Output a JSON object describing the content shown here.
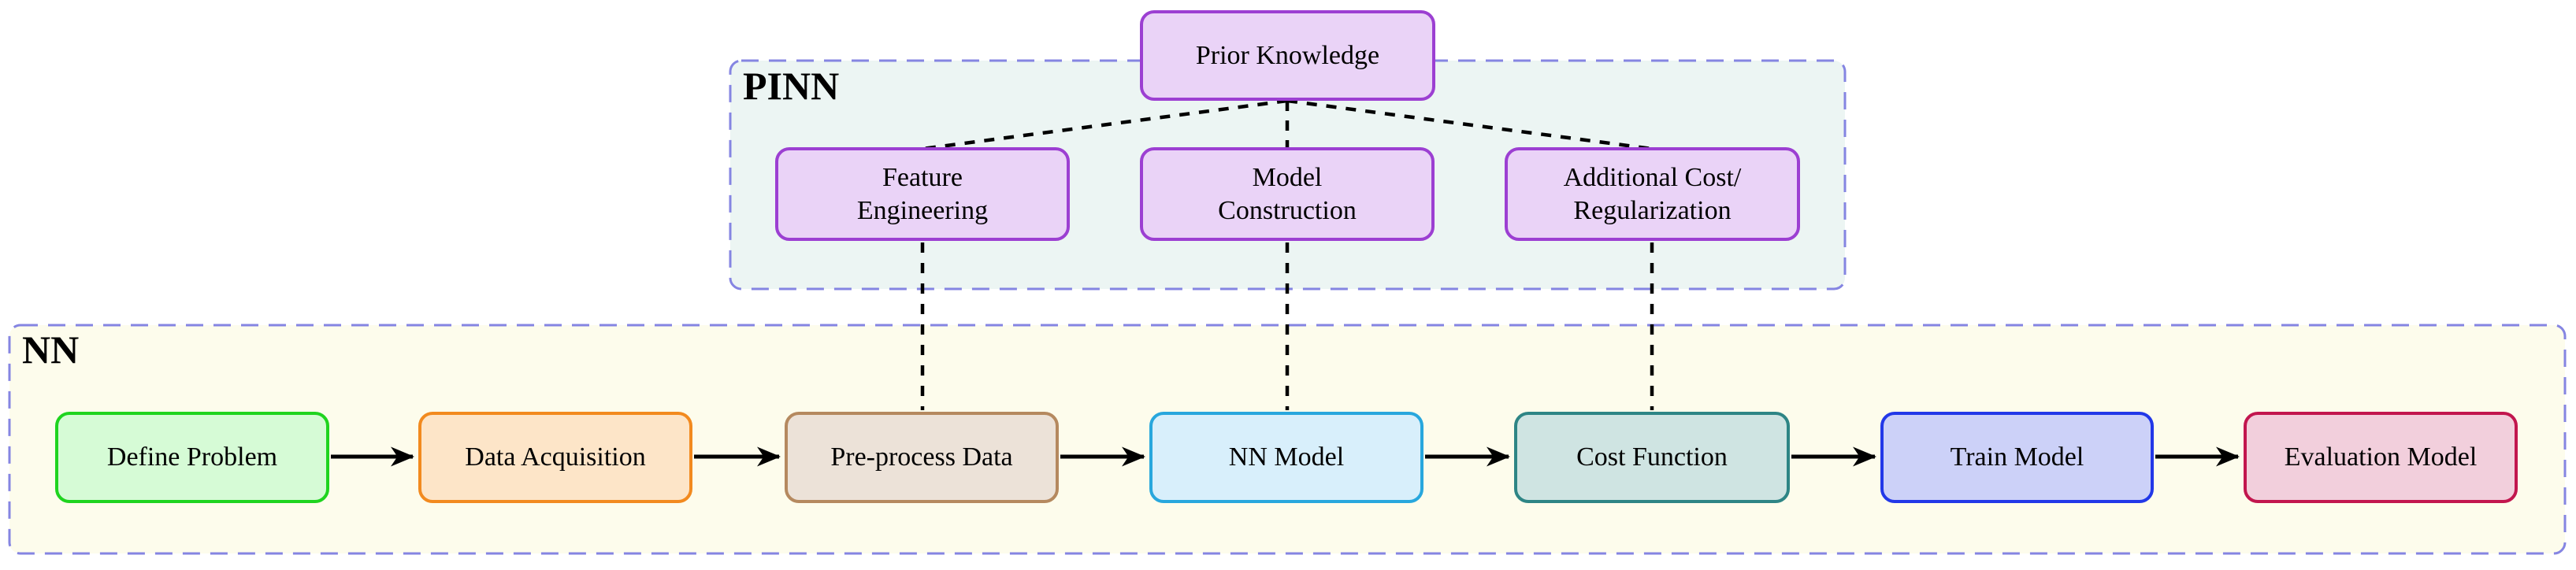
{
  "diagram": {
    "containers": {
      "pinn": {
        "label": "PINN",
        "fill": "#ecf5f3",
        "border": "#8585e2"
      },
      "nn": {
        "label": "NN",
        "fill": "#fdfcec",
        "border": "#8585e2"
      }
    },
    "nodes": {
      "prior_knowledge": {
        "lines": [
          "Prior Knowledge"
        ],
        "fill": "#ead3f7",
        "border": "#9c3fd2"
      },
      "feature_engineering": {
        "lines": [
          "Feature",
          "Engineering"
        ],
        "fill": "#ead3f7",
        "border": "#9c3fd2"
      },
      "model_construction": {
        "lines": [
          "Model",
          "Construction"
        ],
        "fill": "#ead3f7",
        "border": "#9c3fd2"
      },
      "additional_cost": {
        "lines": [
          "Additional Cost/",
          "Regularization"
        ],
        "fill": "#ead3f7",
        "border": "#9c3fd2"
      },
      "define_problem": {
        "lines": [
          "Define Problem"
        ],
        "fill": "#d6fbd6",
        "border": "#1fd41f"
      },
      "data_acquisition": {
        "lines": [
          "Data Acquisition"
        ],
        "fill": "#fde5c8",
        "border": "#f28a1f"
      },
      "preprocess_data": {
        "lines": [
          "Pre-process Data"
        ],
        "fill": "#ece2d8",
        "border": "#b5895f"
      },
      "nn_model": {
        "lines": [
          "NN Model"
        ],
        "fill": "#d8effb",
        "border": "#28a7dd"
      },
      "cost_function": {
        "lines": [
          "Cost Function"
        ],
        "fill": "#cfe4e2",
        "border": "#2e8585"
      },
      "train_model": {
        "lines": [
          "Train Model"
        ],
        "fill": "#ccd1f8",
        "border": "#2238e8"
      },
      "evaluation_model": {
        "lines": [
          "Evaluation Model"
        ],
        "fill": "#f2cfdc",
        "border": "#c2164e"
      }
    },
    "edges": {
      "solid_arrows": [
        {
          "from": "Define Problem",
          "to": "Data Acquisition"
        },
        {
          "from": "Data Acquisition",
          "to": "Pre-process Data"
        },
        {
          "from": "Pre-process Data",
          "to": "NN Model"
        },
        {
          "from": "NN Model",
          "to": "Cost Function"
        },
        {
          "from": "Cost Function",
          "to": "Train Model"
        },
        {
          "from": "Train Model",
          "to": "Evaluation Model"
        }
      ],
      "dashed_links": [
        {
          "from": "Prior Knowledge",
          "to": "Feature Engineering"
        },
        {
          "from": "Prior Knowledge",
          "to": "Model Construction"
        },
        {
          "from": "Prior Knowledge",
          "to": "Additional Cost/Regularization"
        },
        {
          "from": "Feature Engineering",
          "to": "Pre-process Data"
        },
        {
          "from": "Model Construction",
          "to": "NN Model"
        },
        {
          "from": "Additional Cost/Regularization",
          "to": "Cost Function"
        }
      ]
    },
    "colors": {
      "connector_black": "#000000",
      "container_dash_blue": "#8585e2"
    }
  }
}
